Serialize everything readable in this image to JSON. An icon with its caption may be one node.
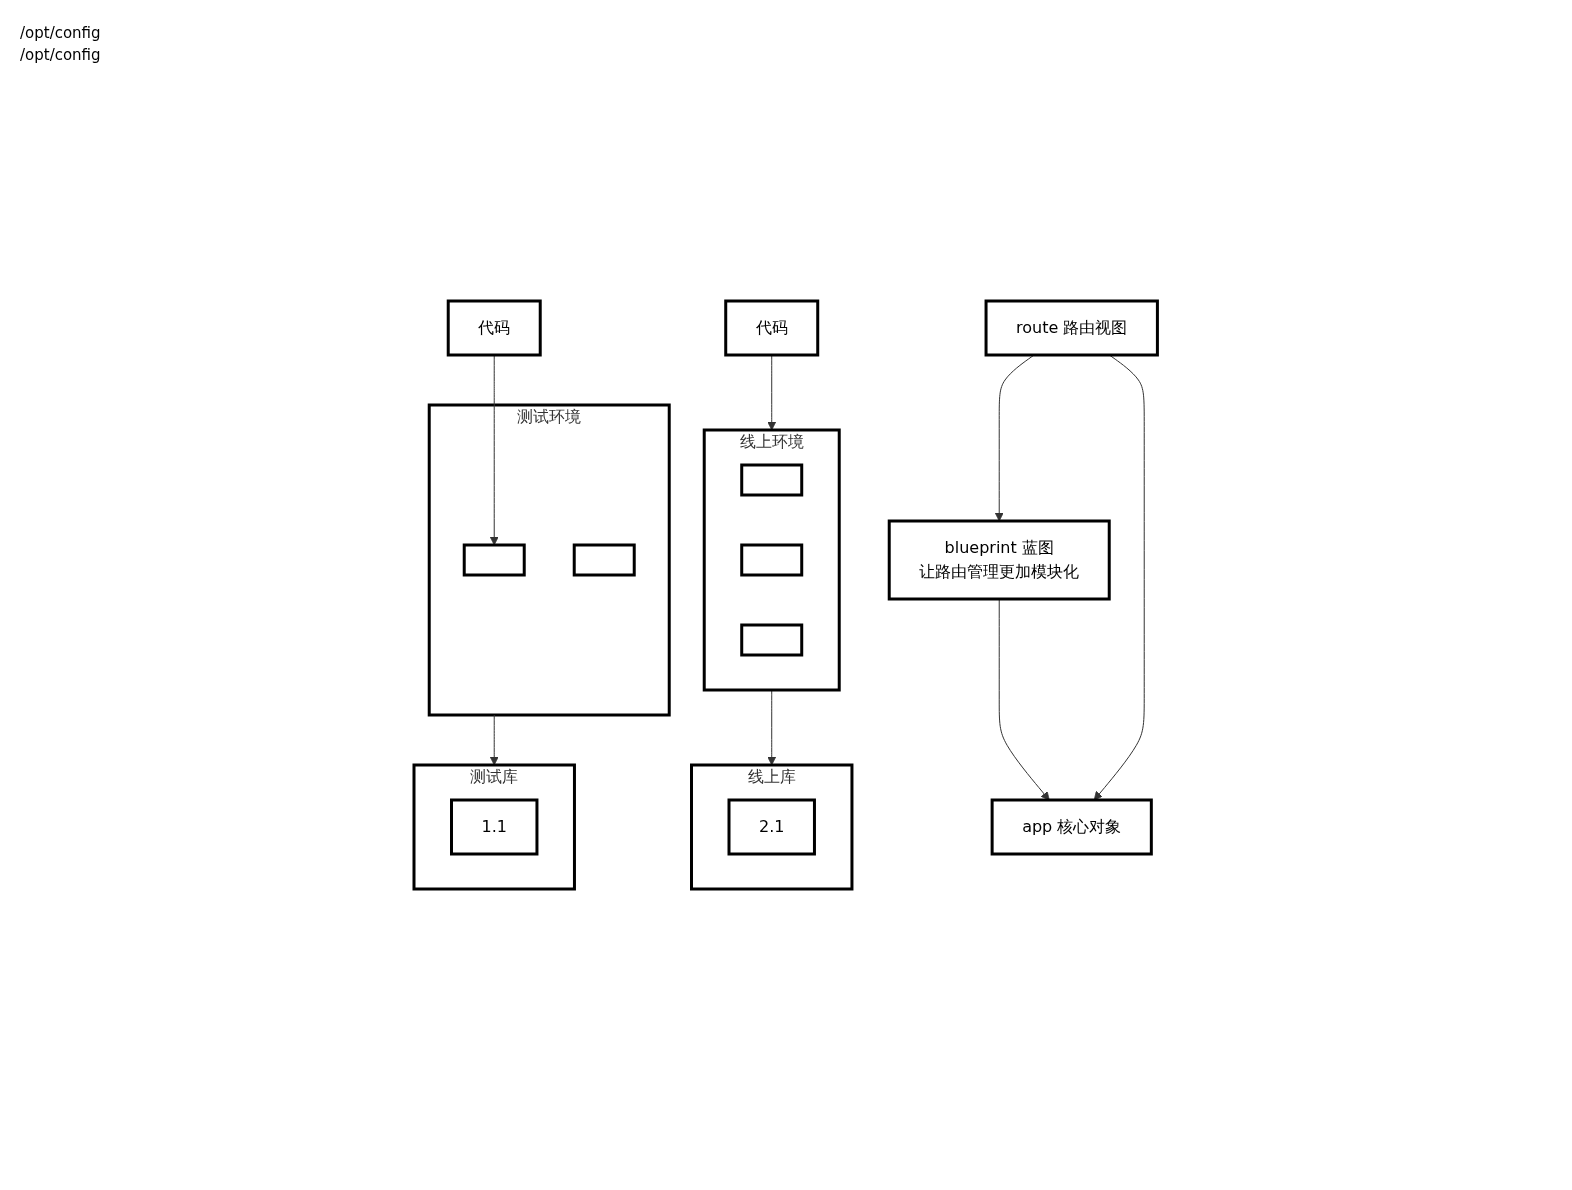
{
  "diagram": {
    "nodes": [
      {
        "text": [
          "测试环境"
        ]
      },
      {
        "text": [],
        "shape": "box",
        "in": 0
      },
      {
        "text": [],
        "shape": "box",
        "in": 0
      },
      {
        "text": [
          "代码"
        ]
      },
      {
        "text": [
          "测试库"
        ]
      },
      {
        "text": [
          "1.1"
        ],
        "in": 4
      },
      {
        "text": [
          "线上环境"
        ]
      },
      {
        "text": [],
        "shape": "box",
        "in": 6
      },
      {
        "text": [],
        "shape": "box",
        "in": 6
      },
      {
        "text": [],
        "shape": "box",
        "in": 6
      },
      {
        "text": [
          "代码"
        ]
      },
      {
        "text": [
          "线上库"
        ]
      },
      {
        "text": [
          "2.1"
        ],
        "in": 11
      },
      {
        "text": [
          "app 核心对象"
        ]
      },
      {
        "text": [
          "blueprint 蓝图",
          "让路由管理更加模块化"
        ]
      },
      {
        "text": [
          "route 路由视图"
        ]
      }
    ],
    "edges": [
      {
        "from": 3,
        "to": 1,
        "arrow": "to"
      },
      {
        "from": 0,
        "to": 4,
        "arrow": "to"
      },
      {
        "from": 6,
        "to": 11,
        "arrow": "to"
      },
      {
        "from": 10,
        "to": 6,
        "arrow": "to"
      },
      {
        "from": 15,
        "to": 14,
        "arrow": "to"
      },
      {
        "from": 14,
        "to": 13,
        "arrow": "to"
      },
      {
        "from": 15,
        "to": 13,
        "arrow": "to"
      }
    ],
    "labels": [
      "/opt/config",
      "/opt/config"
    ]
  }
}
